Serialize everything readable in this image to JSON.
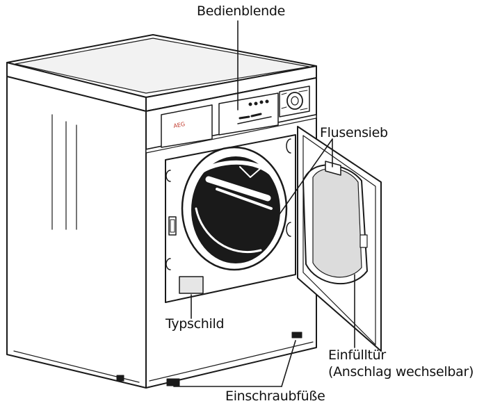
{
  "labels": {
    "bedienblende": "Bedienblende",
    "flusensieb": "Flusensieb",
    "typschild": "Typschild",
    "einfuelltuer_line1": "Einfülltür",
    "einfuelltuer_line2": "(Anschlag wechselbar)",
    "einschraubfuesse": "Einschraubfüße"
  },
  "panel_text": {
    "brand": "AEG"
  },
  "colors": {
    "line": "#1a1a1a",
    "fill": "#ffffff",
    "shade": "#e6e6e6"
  }
}
